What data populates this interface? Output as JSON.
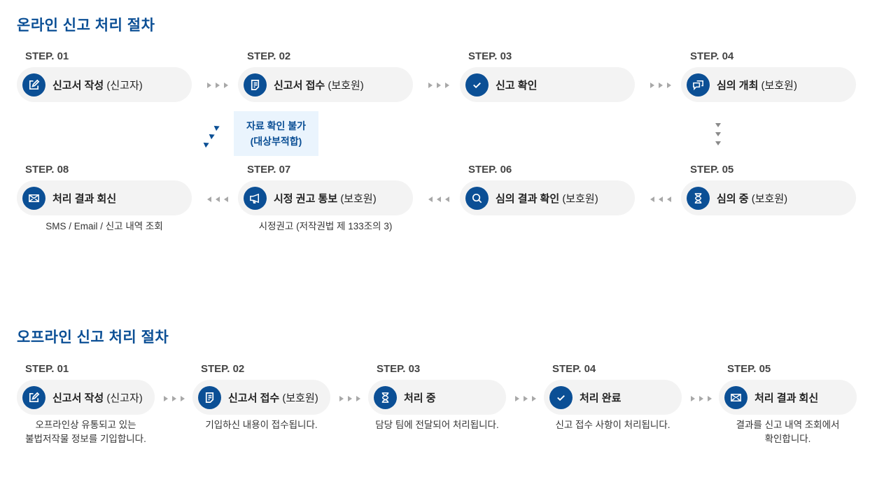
{
  "online": {
    "title": "온라인 신고 처리 절차",
    "steps": [
      {
        "label": "STEP. 01",
        "name": "신고서 작성",
        "role": "(신고자)",
        "icon": "edit-icon"
      },
      {
        "label": "STEP. 02",
        "name": "신고서 접수",
        "role": "(보호원)",
        "icon": "document-icon"
      },
      {
        "label": "STEP. 03",
        "name": "신고 확인",
        "role": "",
        "icon": "check-icon"
      },
      {
        "label": "STEP. 04",
        "name": "심의 개최",
        "role": "(보호원)",
        "icon": "chat-icon"
      },
      {
        "label": "STEP. 05",
        "name": "심의 중",
        "role": "(보호원)",
        "icon": "hourglass-icon"
      },
      {
        "label": "STEP. 06",
        "name": "심의 결과 확인",
        "role": "(보호원)",
        "icon": "search-icon"
      },
      {
        "label": "STEP. 07",
        "name": "시정 권고 통보",
        "role": "(보호원)",
        "icon": "megaphone-icon",
        "desc": "시정권고 (저작권법 제 133조의 3)"
      },
      {
        "label": "STEP. 08",
        "name": "처리 결과 회신",
        "role": "",
        "icon": "mail-icon",
        "desc": "SMS / Email / 신고 내역 조회"
      }
    ],
    "notice": {
      "line1": "자료 확인 불가",
      "line2": "(대상부적합)"
    }
  },
  "offline": {
    "title": "오프라인 신고 처리 절차",
    "steps": [
      {
        "label": "STEP. 01",
        "name": "신고서 작성",
        "role": "(신고자)",
        "icon": "edit-icon",
        "desc1": "오프라인상 유통되고 있는",
        "desc2": "불법저작물 정보를 기입합니다."
      },
      {
        "label": "STEP. 02",
        "name": "신고서 접수",
        "role": "(보호원)",
        "icon": "document-icon",
        "desc1": "기입하신 내용이 접수됩니다.",
        "desc2": ""
      },
      {
        "label": "STEP. 03",
        "name": "처리 중",
        "role": "",
        "icon": "hourglass-icon",
        "desc1": "담당 팀에 전달되어 처리됩니다.",
        "desc2": ""
      },
      {
        "label": "STEP. 04",
        "name": "처리 완료",
        "role": "",
        "icon": "check-icon",
        "desc1": "신고 접수 사항이 처리됩니다.",
        "desc2": ""
      },
      {
        "label": "STEP. 05",
        "name": "처리 결과 회신",
        "role": "",
        "icon": "mail-icon",
        "desc1": "결과를 신고 내역 조회에서",
        "desc2": "확인합니다."
      }
    ]
  },
  "colors": {
    "accent": "#0b4f95",
    "pill_bg": "#f3f3f3",
    "notice_bg": "#eaf4fd",
    "arrow": "#a8a8a8"
  }
}
